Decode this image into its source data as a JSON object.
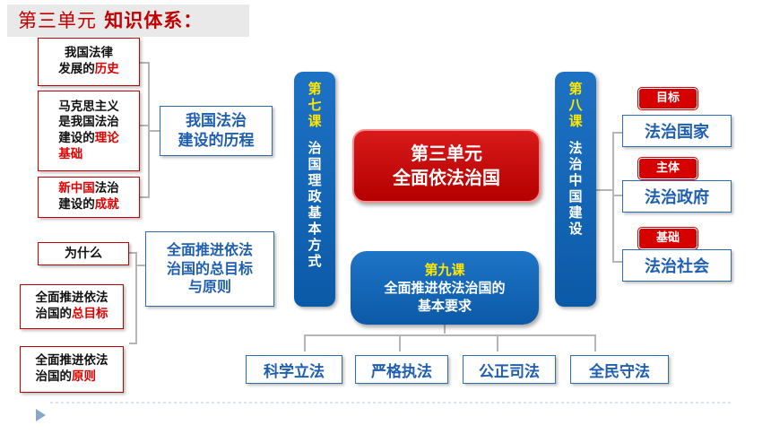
{
  "title": {
    "prefix": "第三单元",
    "main": "知识体系："
  },
  "center": {
    "line1": "第三单元",
    "line2": "全面依法治国"
  },
  "lesson7": {
    "label": "第七课",
    "topic": "治国理政基本方式"
  },
  "lesson8": {
    "label": "第八课",
    "topic": "法治中国建设"
  },
  "lesson9": {
    "label": "第九课",
    "line1": "全面推进依法治国的",
    "line2": "基本要求"
  },
  "left_mid": {
    "history": {
      "line1": "我国法治",
      "line2": "建设的历程"
    },
    "goal": {
      "line1": "全面推进依法",
      "line2": "治国的总目标",
      "line3": "与原则"
    }
  },
  "left_leaves": {
    "history_dev": {
      "line1": "我国法律",
      "line2_a": "发展的",
      "line2_b": "历史"
    },
    "marxism": {
      "line1": "马克思主义",
      "line2": "是我国法治",
      "line3_a": "建设的",
      "line3_b": "理论",
      "line4": "基础"
    },
    "new_china": {
      "line1_a": "新中国",
      "line1_b": "法治",
      "line2_a": "建设的",
      "line2_b": "成就"
    },
    "why": "为什么",
    "overall_goal": {
      "line1": "全面推进依法",
      "line2_a": "治国的",
      "line2_b": "总目标"
    },
    "principles": {
      "line1": "全面推进依法",
      "line2_a": "治国的",
      "line2_b": "原则"
    }
  },
  "right": {
    "tags": [
      "目标",
      "主体",
      "基础"
    ],
    "items": [
      "法治国家",
      "法治政府",
      "法治社会"
    ]
  },
  "bottom_items": [
    "科学立法",
    "严格执法",
    "公正司法",
    "全民守法"
  ]
}
